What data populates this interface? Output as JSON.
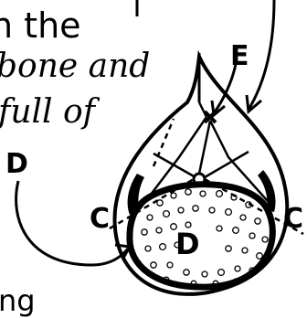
{
  "text_lines": {
    "line1": "n the",
    "line2": "bone and",
    "line3": "full of",
    "bottom": "ng"
  },
  "labels": {
    "top_left_D": "D",
    "E": "E",
    "C_left": "C",
    "C_right": "C",
    "inner_D": "D"
  },
  "colors": {
    "ink": "#000000",
    "background": "#ffffff"
  }
}
